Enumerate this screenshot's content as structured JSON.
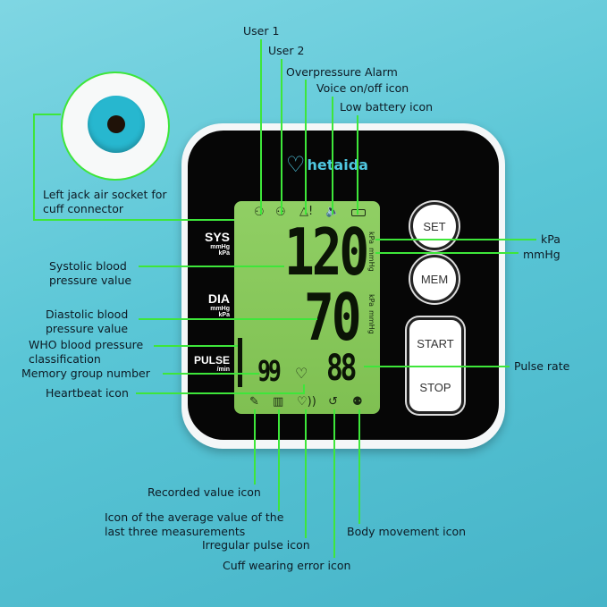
{
  "brand": "hetaida",
  "device": {
    "sys_label": "SYS",
    "sys_units": [
      "mmHg",
      "kPa"
    ],
    "dia_label": "DIA",
    "dia_units": [
      "mmHg",
      "kPa"
    ],
    "pulse_label": "PULSE",
    "pulse_unit": "/min",
    "systolic": "120",
    "diastolic": "70",
    "memory": "99",
    "pulse": "88",
    "lcd_units": [
      "kPa",
      "mmHg"
    ],
    "buttons": {
      "set": "SET",
      "mem": "MEM",
      "start": "START",
      "stop": "STOP"
    }
  },
  "callouts": {
    "user1": "User 1",
    "user2": "User 2",
    "overpressure": "Overpressure Alarm",
    "voice": "Voice on/off icon",
    "battery": "Low battery icon",
    "air_socket": [
      "Left jack air socket for",
      "cuff connector"
    ],
    "kpa": "kPa",
    "mmhg": "mmHg",
    "systolic": [
      "Systolic blood",
      "pressure value"
    ],
    "diastolic": [
      "Diastolic blood",
      "pressure value"
    ],
    "who": [
      "WHO blood pressure",
      "classification"
    ],
    "memory": "Memory group number",
    "heartbeat": "Heartbeat icon",
    "pulse_rate": "Pulse rate",
    "recorded": "Recorded value icon",
    "average": [
      "Icon of the average value of the",
      "last three measurements"
    ],
    "irregular": "Irregular pulse icon",
    "body_movement": "Body movement icon",
    "cuff_error": "Cuff wearing error icon"
  },
  "colors": {
    "callout_line": "#3ee63a",
    "lcd": "#86c75a",
    "background": "#5ac6d6"
  }
}
